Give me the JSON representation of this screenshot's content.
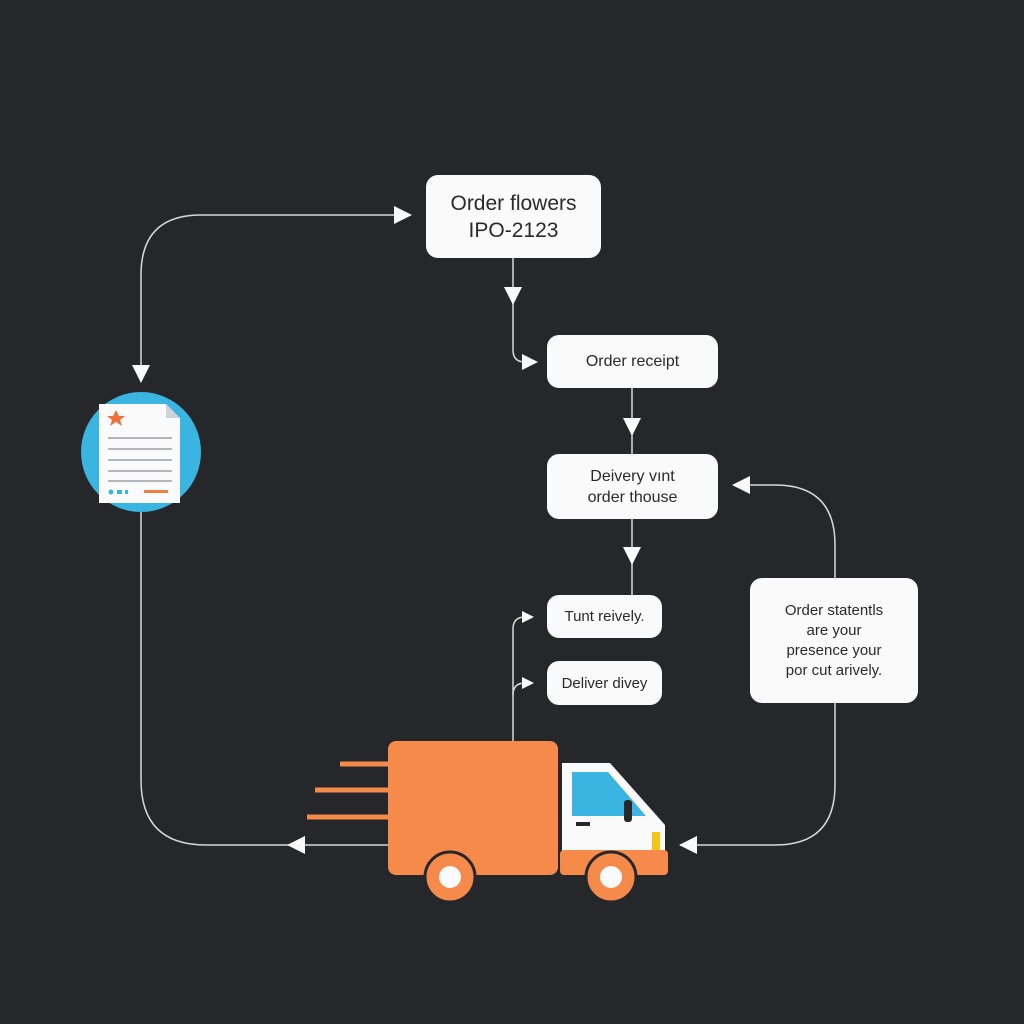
{
  "nodes": {
    "order_flowers": {
      "line1": "Order flowers",
      "line2": "IPO-2123"
    },
    "order_receipt": {
      "label": "Order receipt"
    },
    "delivery": {
      "line1": "Deivery vınt",
      "line2": "order thouse"
    },
    "tunt": {
      "label": "Tunt reively."
    },
    "deliver": {
      "label": "Deliver divey"
    },
    "statements": {
      "line1": "Order statentls",
      "line2": "are your",
      "line3": "presence your",
      "line4": "por cut arively."
    }
  },
  "colors": {
    "background": "#26272b",
    "truck": "#f58a4b",
    "circle": "#3ab4e0",
    "line": "#d8d8d8",
    "box": "#fafafa"
  }
}
